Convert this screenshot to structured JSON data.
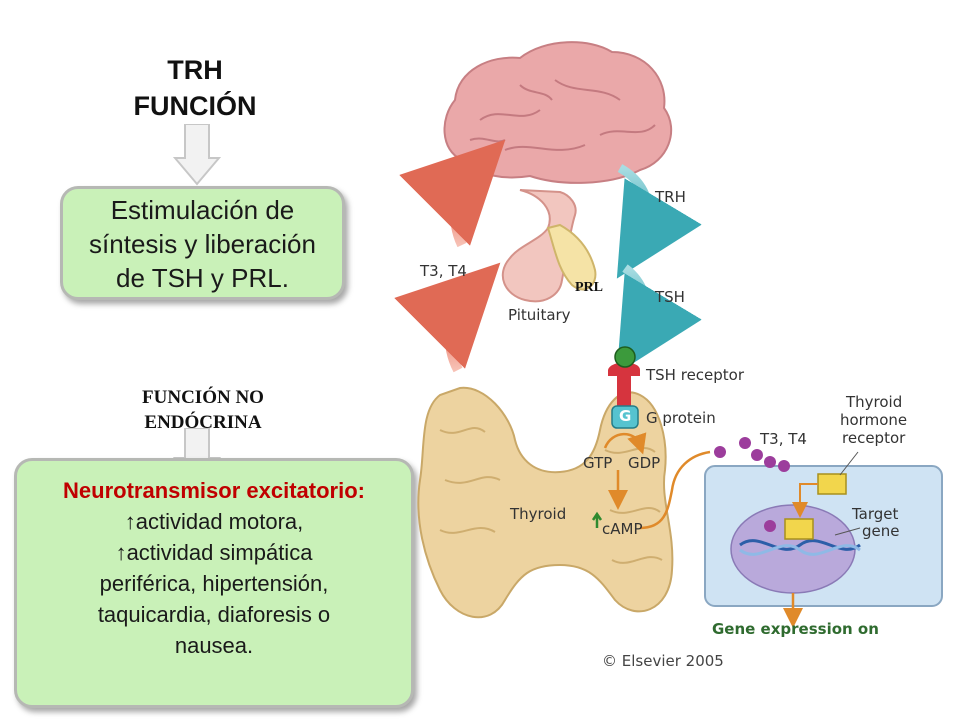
{
  "left_panel": {
    "title_line1": "TRH",
    "title_line2": "FUNCIÓN",
    "box1_lines": [
      "Estimulación de",
      "síntesis y liberación",
      "de TSH y PRL."
    ],
    "subtitle_line1": "FUNCIÓN NO",
    "subtitle_line2": "ENDÓCRINA",
    "box2_heading": "Neurotransmisor excitatorio:",
    "box2_lines": [
      "↑actividad motora,",
      "↑actividad simpática",
      "periférica, hipertensión,",
      "taquicardia, diaforesis o",
      "nausea."
    ]
  },
  "figure": {
    "label_trh": "TRH",
    "label_tsh": "TSH",
    "label_t3t4_left": "T3, T4",
    "label_pituitary": "Pituitary",
    "label_prl": "PRL",
    "label_tsh_receptor": "TSH receptor",
    "label_g_protein": "G protein",
    "label_g": "G",
    "label_gtp": "GTP",
    "label_gdp": "GDP",
    "label_camp": "cAMP",
    "label_thyroid": "Thyroid",
    "label_t3t4_right": "T3, T4",
    "label_thyroid_receptor_1": "Thyroid",
    "label_thyroid_receptor_2": "hormone",
    "label_thyroid_receptor_3": "receptor",
    "label_target_1": "Target",
    "label_target_2": "gene",
    "label_gene_expression": "Gene expression on",
    "label_copyright": "© Elsevier 2005"
  },
  "colors": {
    "box_fill": "#c9f1b8",
    "heading_red": "#c00000",
    "teal_arrow": "#3aa9b4",
    "red_arrow": "#e06a55",
    "brain": "#e8a6a6",
    "thyroid": "#ebcf97",
    "cell_blue": "#cfe3f3"
  }
}
